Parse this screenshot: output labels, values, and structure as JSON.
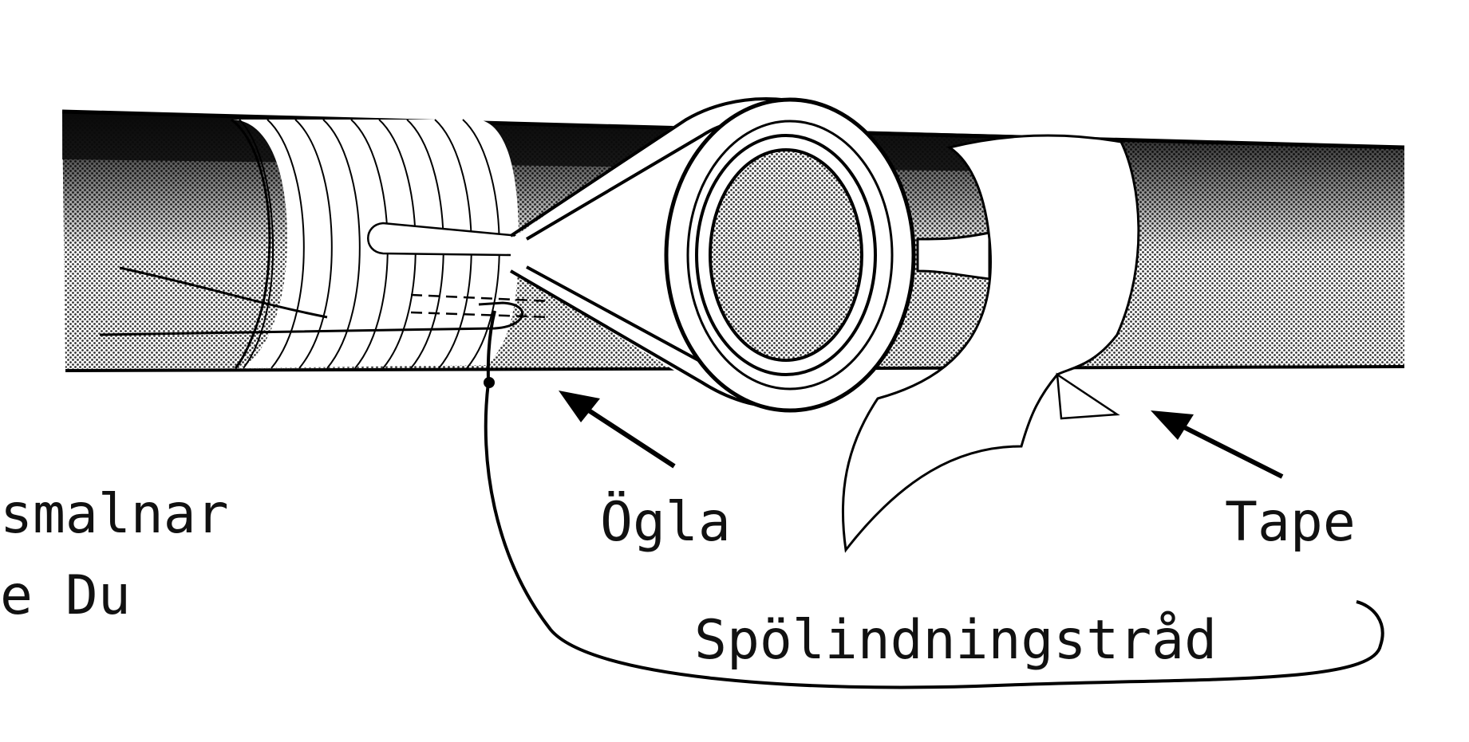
{
  "labels": {
    "left_line1": "smalnar",
    "left_line2": "e Du",
    "loop": "Ögla",
    "tape": "Tape",
    "thread": "Spölindningstråd"
  },
  "colors": {
    "ink": "#111111",
    "paper": "#ffffff",
    "halftone": "#9a9a9a"
  }
}
